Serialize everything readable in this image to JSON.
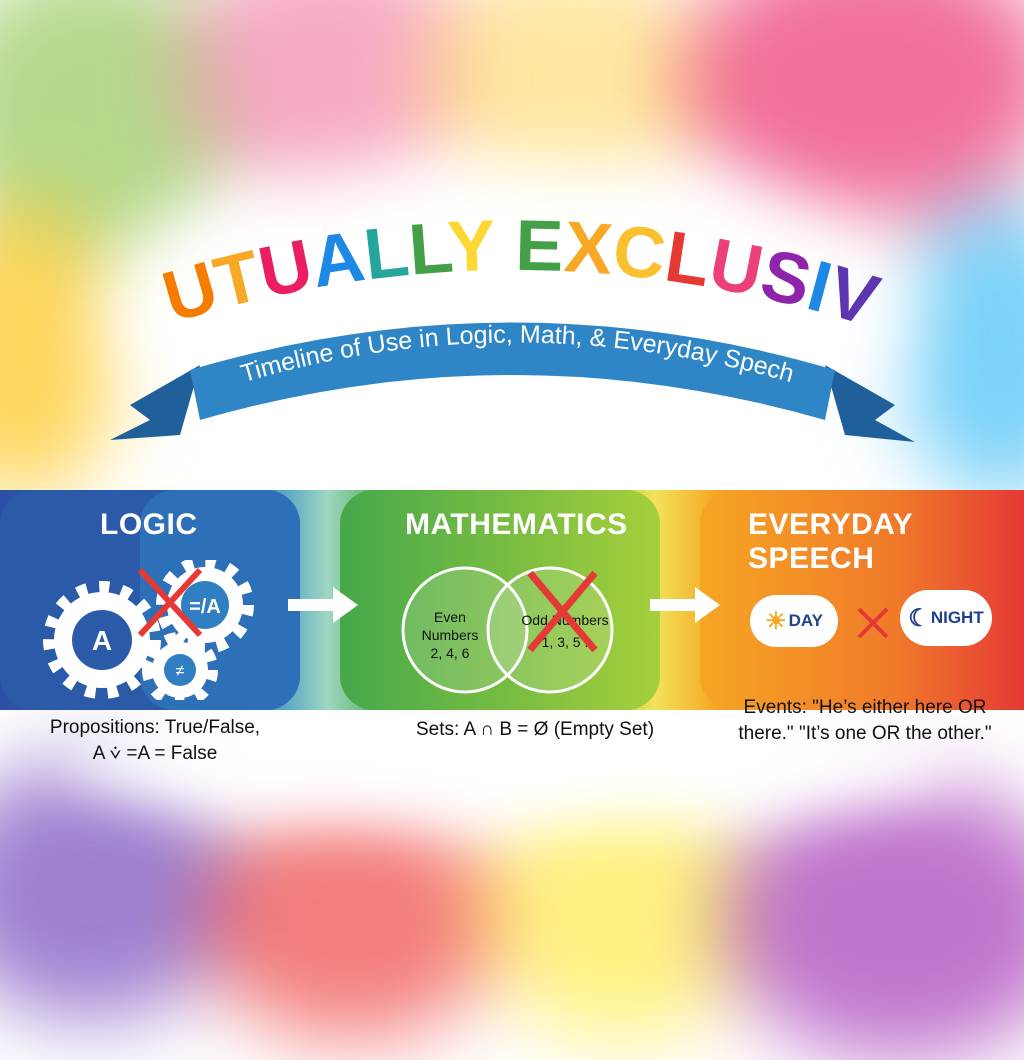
{
  "title": "MUTUALLY EXCLUSIVE",
  "title_colors": [
    "#e53935",
    "#f57c00",
    "#f9a825",
    "#e91e63",
    "#1e88e5",
    "#26a69a",
    "#43a047",
    "#fdd835",
    "#e53935",
    "#43a047",
    "#f9a825",
    "#fbc02d",
    "#e53935",
    "#ec407a",
    "#8e24aa",
    "#1e88e5",
    "#5e35b1",
    "#7b1fa2"
  ],
  "subtitle": "Timeline of Use in Logic, Math, & Everyday Spech",
  "sections": {
    "logic": {
      "title": "LOGIC",
      "gear_a": "A",
      "gear_nota": "=/A",
      "gear_small": "≠",
      "caption_line1": "Propositions: True/False,",
      "caption_line2": "A ⩒ =A = False"
    },
    "math": {
      "title": "MATHEMATICS",
      "set_a_line1": "Even",
      "set_a_line2": "Numbers",
      "set_a_values": "2, 4, 6",
      "set_b_label": "Odd Numbers",
      "set_b_values": "1, 3, 5 .",
      "caption": "Sets: A ∩ B = Ø (Empty Set)"
    },
    "speech": {
      "title": "EVERYDAY SPEECH",
      "day": "DAY",
      "night": "NIGHT",
      "caption_line1": "Events: \"He’s either here OR",
      "caption_line2": "there.\" \"It’s one OR the other.\""
    }
  },
  "colors": {
    "logic": "#2a6fb8",
    "math": "#6bbf3f",
    "speech": "#f07a2a",
    "cross": "#e53935",
    "ribbon": "#2f86c6"
  }
}
